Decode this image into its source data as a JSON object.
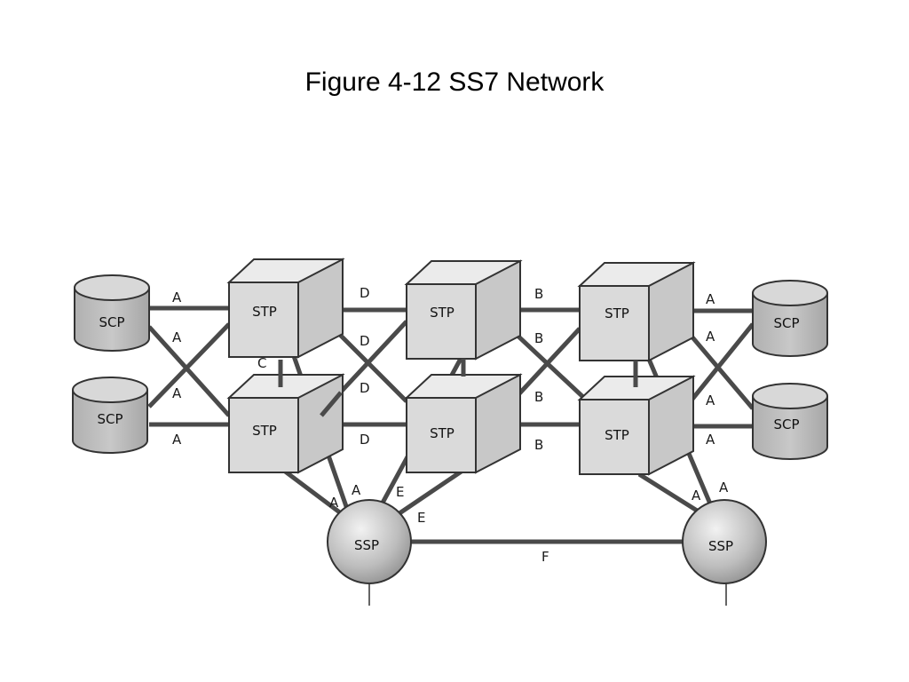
{
  "title": "Figure 4-12  SS7 Network",
  "nodes": {
    "scp": "SCP",
    "stp": "STP",
    "ssp": "SSP"
  },
  "link_labels": {
    "a": "A",
    "b": "B",
    "c": "C",
    "d": "D",
    "e": "E",
    "f": "F"
  },
  "colors": {
    "node_fill": "#d2d2d2",
    "link": "#4a4a4a"
  }
}
